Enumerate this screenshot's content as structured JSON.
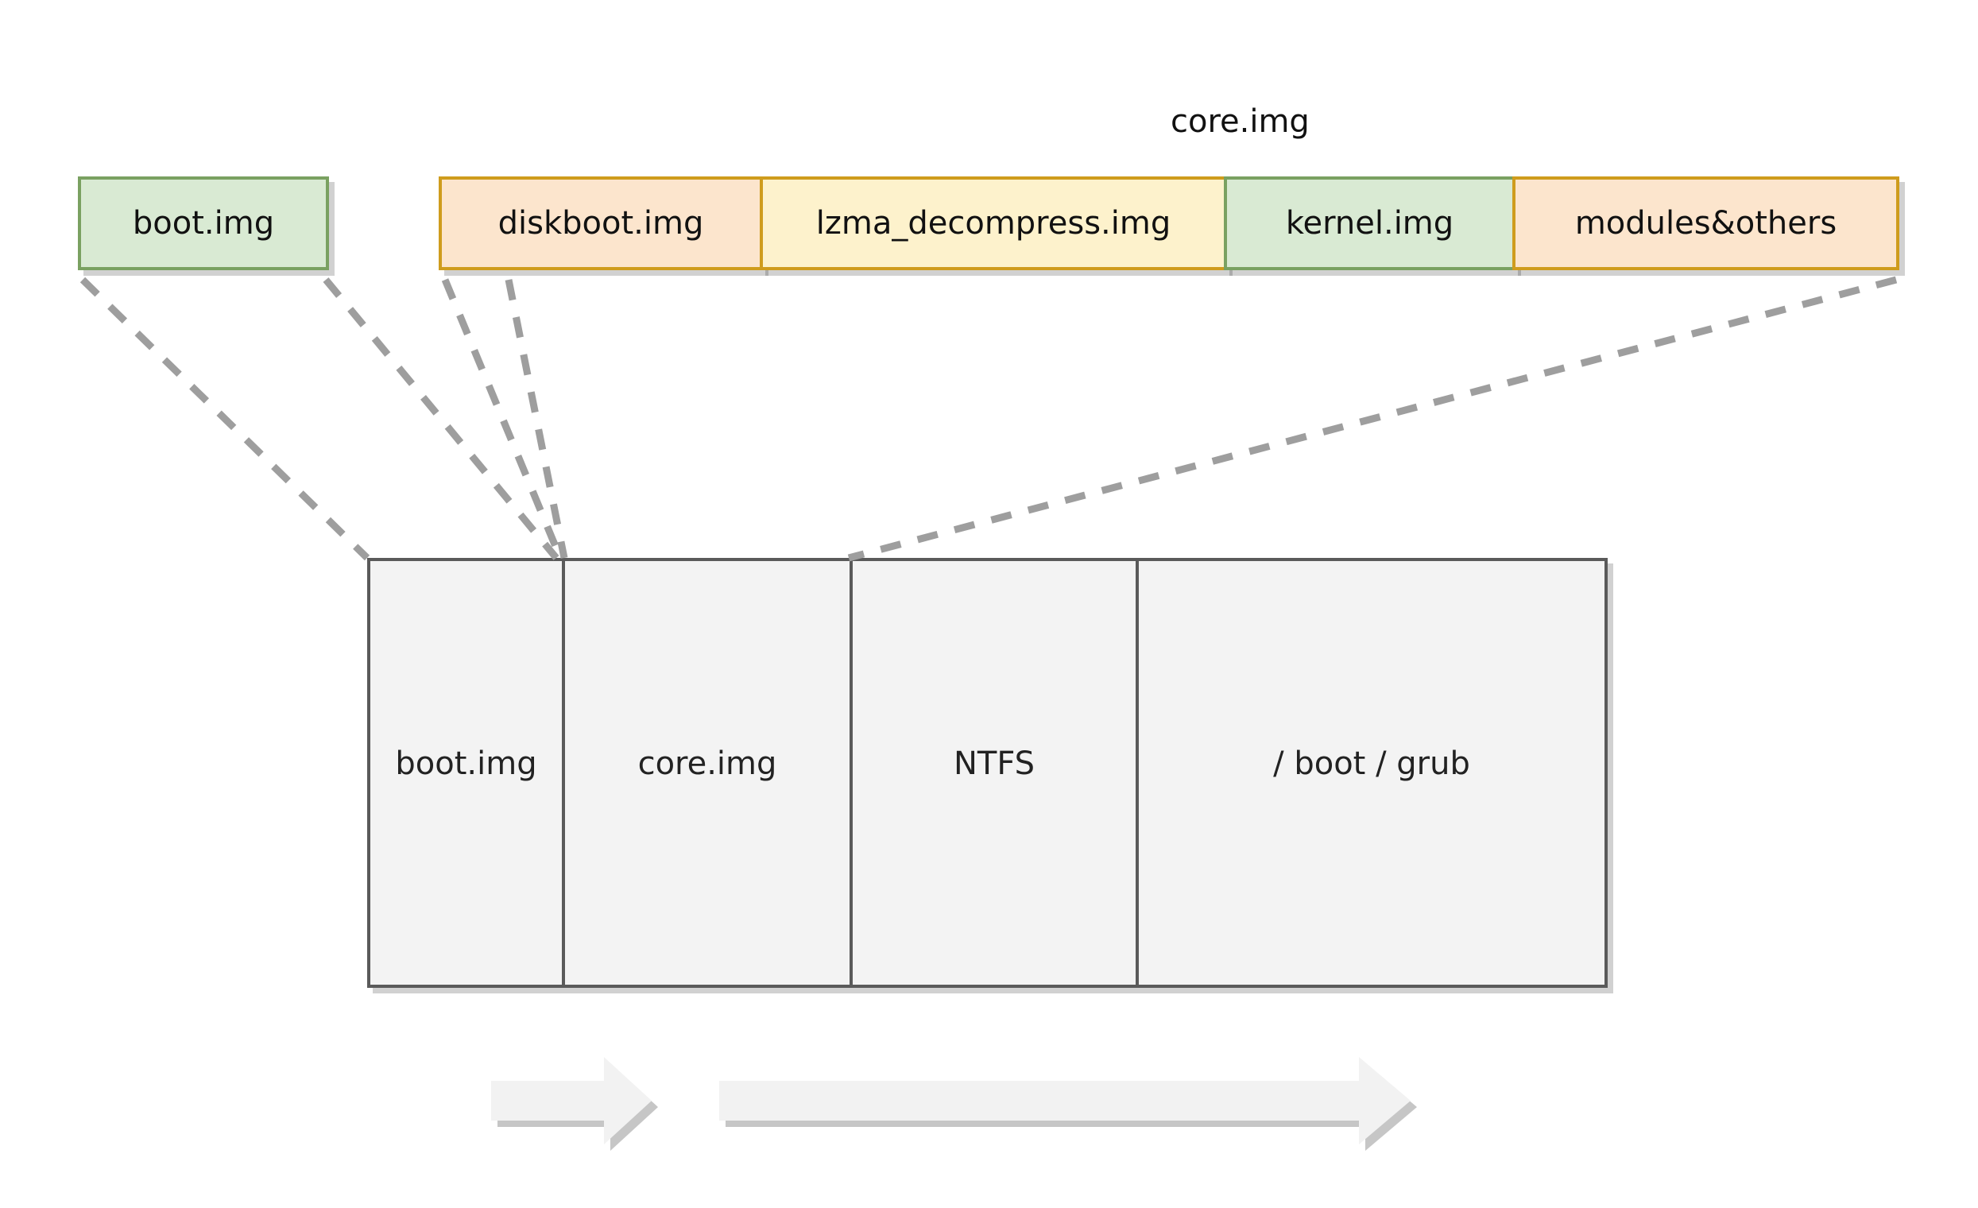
{
  "diagram": {
    "title_caption": "core.img",
    "boot_block": {
      "label": "boot.img",
      "fill": "#d9ead3",
      "stroke": "#7aa161"
    },
    "core_segments": [
      {
        "label": "diskboot.img",
        "fill": "#fce5cd",
        "stroke": "#cf9c1d"
      },
      {
        "label": "lzma_decompress.img",
        "fill": "#fdf2cc",
        "stroke": "#cf9c1d"
      },
      {
        "label": "kernel.img",
        "fill": "#d9ead3",
        "stroke": "#7aa161"
      },
      {
        "label": "modules&others",
        "fill": "#fce5cd",
        "stroke": "#cf9c1d"
      }
    ],
    "disk_cells": [
      {
        "label": "boot.img"
      },
      {
        "label": "core.img"
      },
      {
        "label": "NTFS"
      },
      {
        "label": "/ boot / grub"
      }
    ],
    "connector_color": "#9e9e9e",
    "disk_fill": "#f3f3f3",
    "disk_stroke": "#5a5a5a",
    "arrow_fill": "#f2f2f2",
    "arrow_shadow": "#c6c6c6"
  }
}
